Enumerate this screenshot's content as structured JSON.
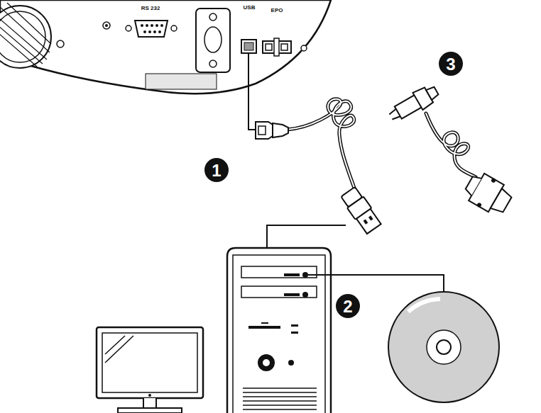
{
  "diagram": {
    "labels": [
      "RS 232",
      "USB",
      "EPO",
      "1",
      "2",
      "3"
    ]
  }
}
